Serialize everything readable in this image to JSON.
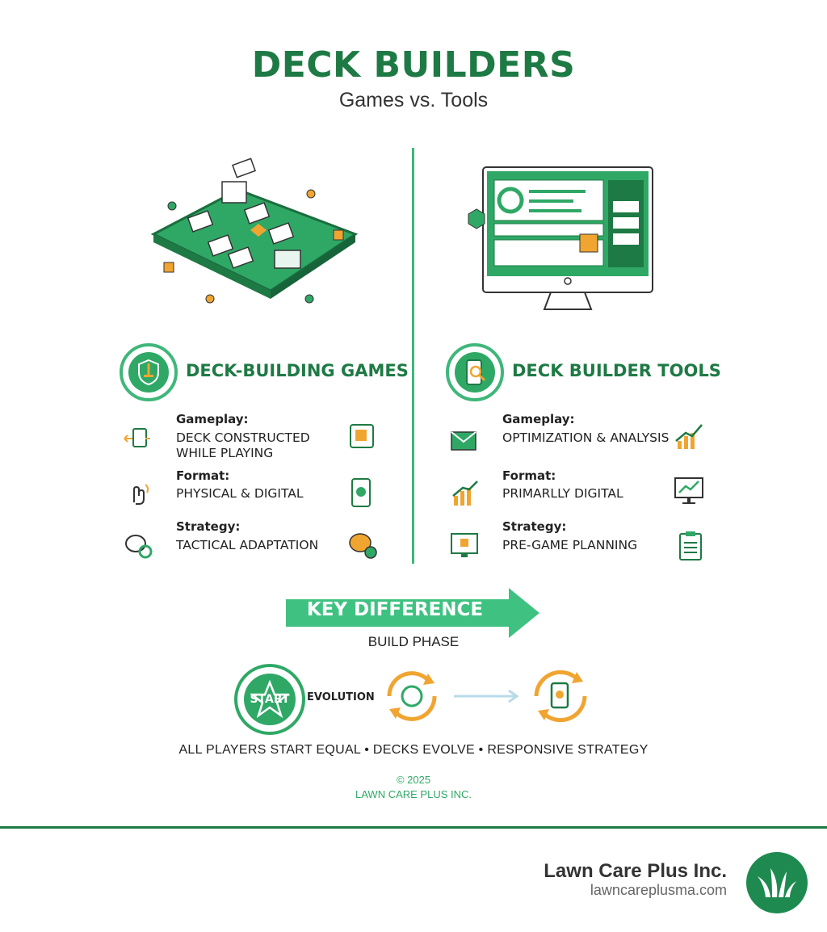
{
  "header": {
    "title": "DECK BUILDERS",
    "subtitle": "Games vs. Tools"
  },
  "left": {
    "title": "DECK-BUILDING GAMES",
    "rows": [
      {
        "label": "Gameplay:",
        "value": "DECK CONSTRUCTED WHILE PLAYING"
      },
      {
        "label": "Format:",
        "value": "PHYSICAL & DIGITAL"
      },
      {
        "label": "Strategy:",
        "value": "TACTICAL ADAPTATION"
      }
    ]
  },
  "right": {
    "title": "DECK BUILDER TOOLS",
    "rows": [
      {
        "label": "Gameplay:",
        "value": "OPTIMIZATION & ANALYSIS"
      },
      {
        "label": "Format:",
        "value": "PRIMARLLY DIGITAL"
      },
      {
        "label": "Strategy:",
        "value": "PRE-GAME PLANNING"
      }
    ]
  },
  "key": {
    "label": "KEY DIFFERENCE",
    "sub": "BUILD PHASE"
  },
  "flow": {
    "start": "START",
    "evolution": "EVOLUTION"
  },
  "summary": "ALL PLAYERS START EQUAL • DECKS EVOLVE • RESPONSIVE STRATEGY",
  "copyright": {
    "year": "© 2025",
    "company": "LAWN CARE PLUS INC."
  },
  "footer": {
    "brand": "Lawn Care Plus Inc.",
    "url": "lawncareplusma.com"
  },
  "colors": {
    "green": "#2fa866",
    "dark_green": "#1e7a44",
    "light_green": "#3fb77a",
    "orange": "#f0a531"
  }
}
